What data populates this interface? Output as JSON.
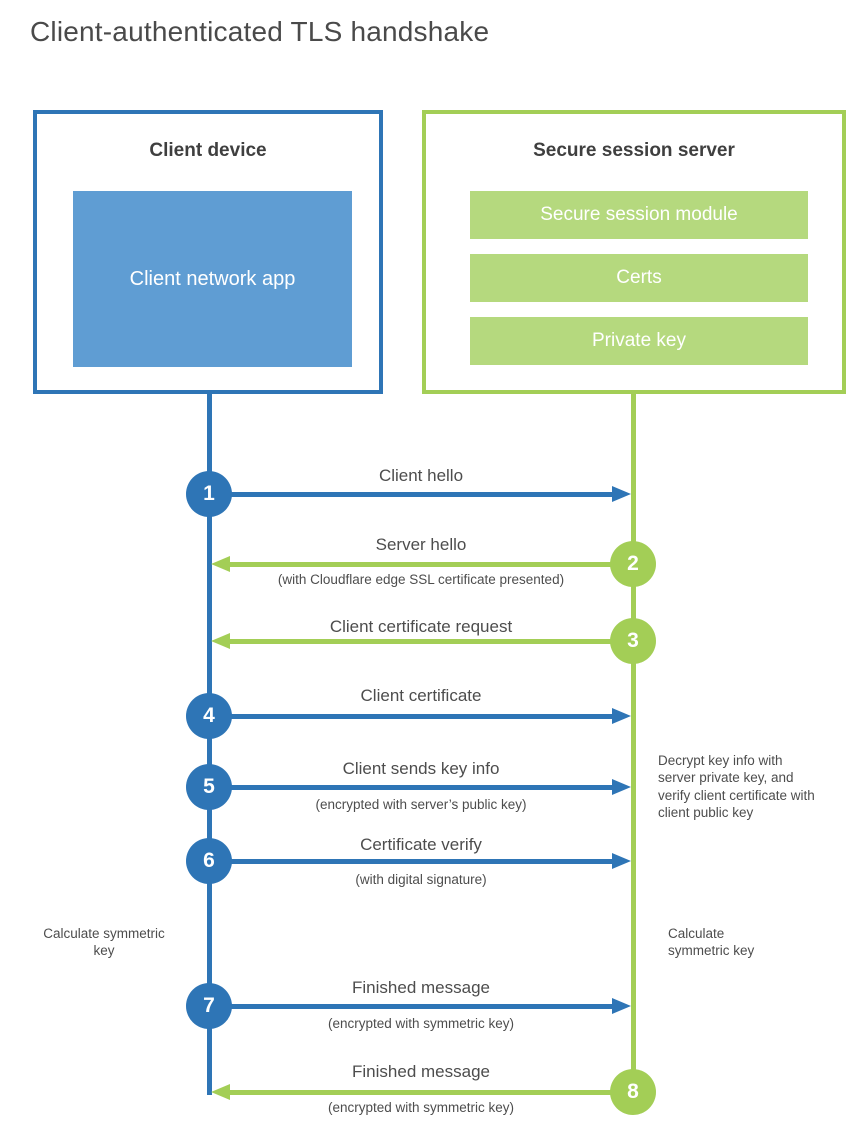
{
  "title": "Client-authenticated TLS handshake",
  "colors": {
    "blue_accent": "#2e75b6",
    "blue_fill": "#5f9dd3",
    "green_accent": "#a3ce56",
    "green_fill": "#b5d97e",
    "title_text": "#4a4a4a",
    "label_text": "#4d4d4d"
  },
  "client_box": {
    "title": "Client device",
    "app_label": "Client network app"
  },
  "server_box": {
    "title": "Secure session server",
    "modules": [
      {
        "label": "Secure session module"
      },
      {
        "label": "Certs"
      },
      {
        "label": "Private key"
      }
    ]
  },
  "steps": [
    {
      "num": "1",
      "direction": "client-to-server",
      "label": "Client hello",
      "sublabel": ""
    },
    {
      "num": "2",
      "direction": "server-to-client",
      "label": "Server hello",
      "sublabel": "(with Cloudflare edge SSL certificate presented)"
    },
    {
      "num": "3",
      "direction": "server-to-client",
      "label": "Client certificate request",
      "sublabel": ""
    },
    {
      "num": "4",
      "direction": "client-to-server",
      "label": "Client certificate",
      "sublabel": ""
    },
    {
      "num": "5",
      "direction": "client-to-server",
      "label": "Client sends key info",
      "sublabel": "(encrypted with server’s public key)"
    },
    {
      "num": "6",
      "direction": "client-to-server",
      "label": "Certificate verify",
      "sublabel": "(with digital signature)"
    },
    {
      "num": "7",
      "direction": "client-to-server",
      "label": "Finished message",
      "sublabel": "(encrypted with symmetric key)"
    },
    {
      "num": "8",
      "direction": "server-to-client",
      "label": "Finished message",
      "sublabel": "(encrypted with symmetric key)"
    }
  ],
  "annotations": {
    "decrypt_note": "Decrypt key info with server private key, and verify client certificate with client public key",
    "calc_symmetric_left": "Calculate symmetric key",
    "calc_symmetric_right": "Calculate symmetric key"
  }
}
